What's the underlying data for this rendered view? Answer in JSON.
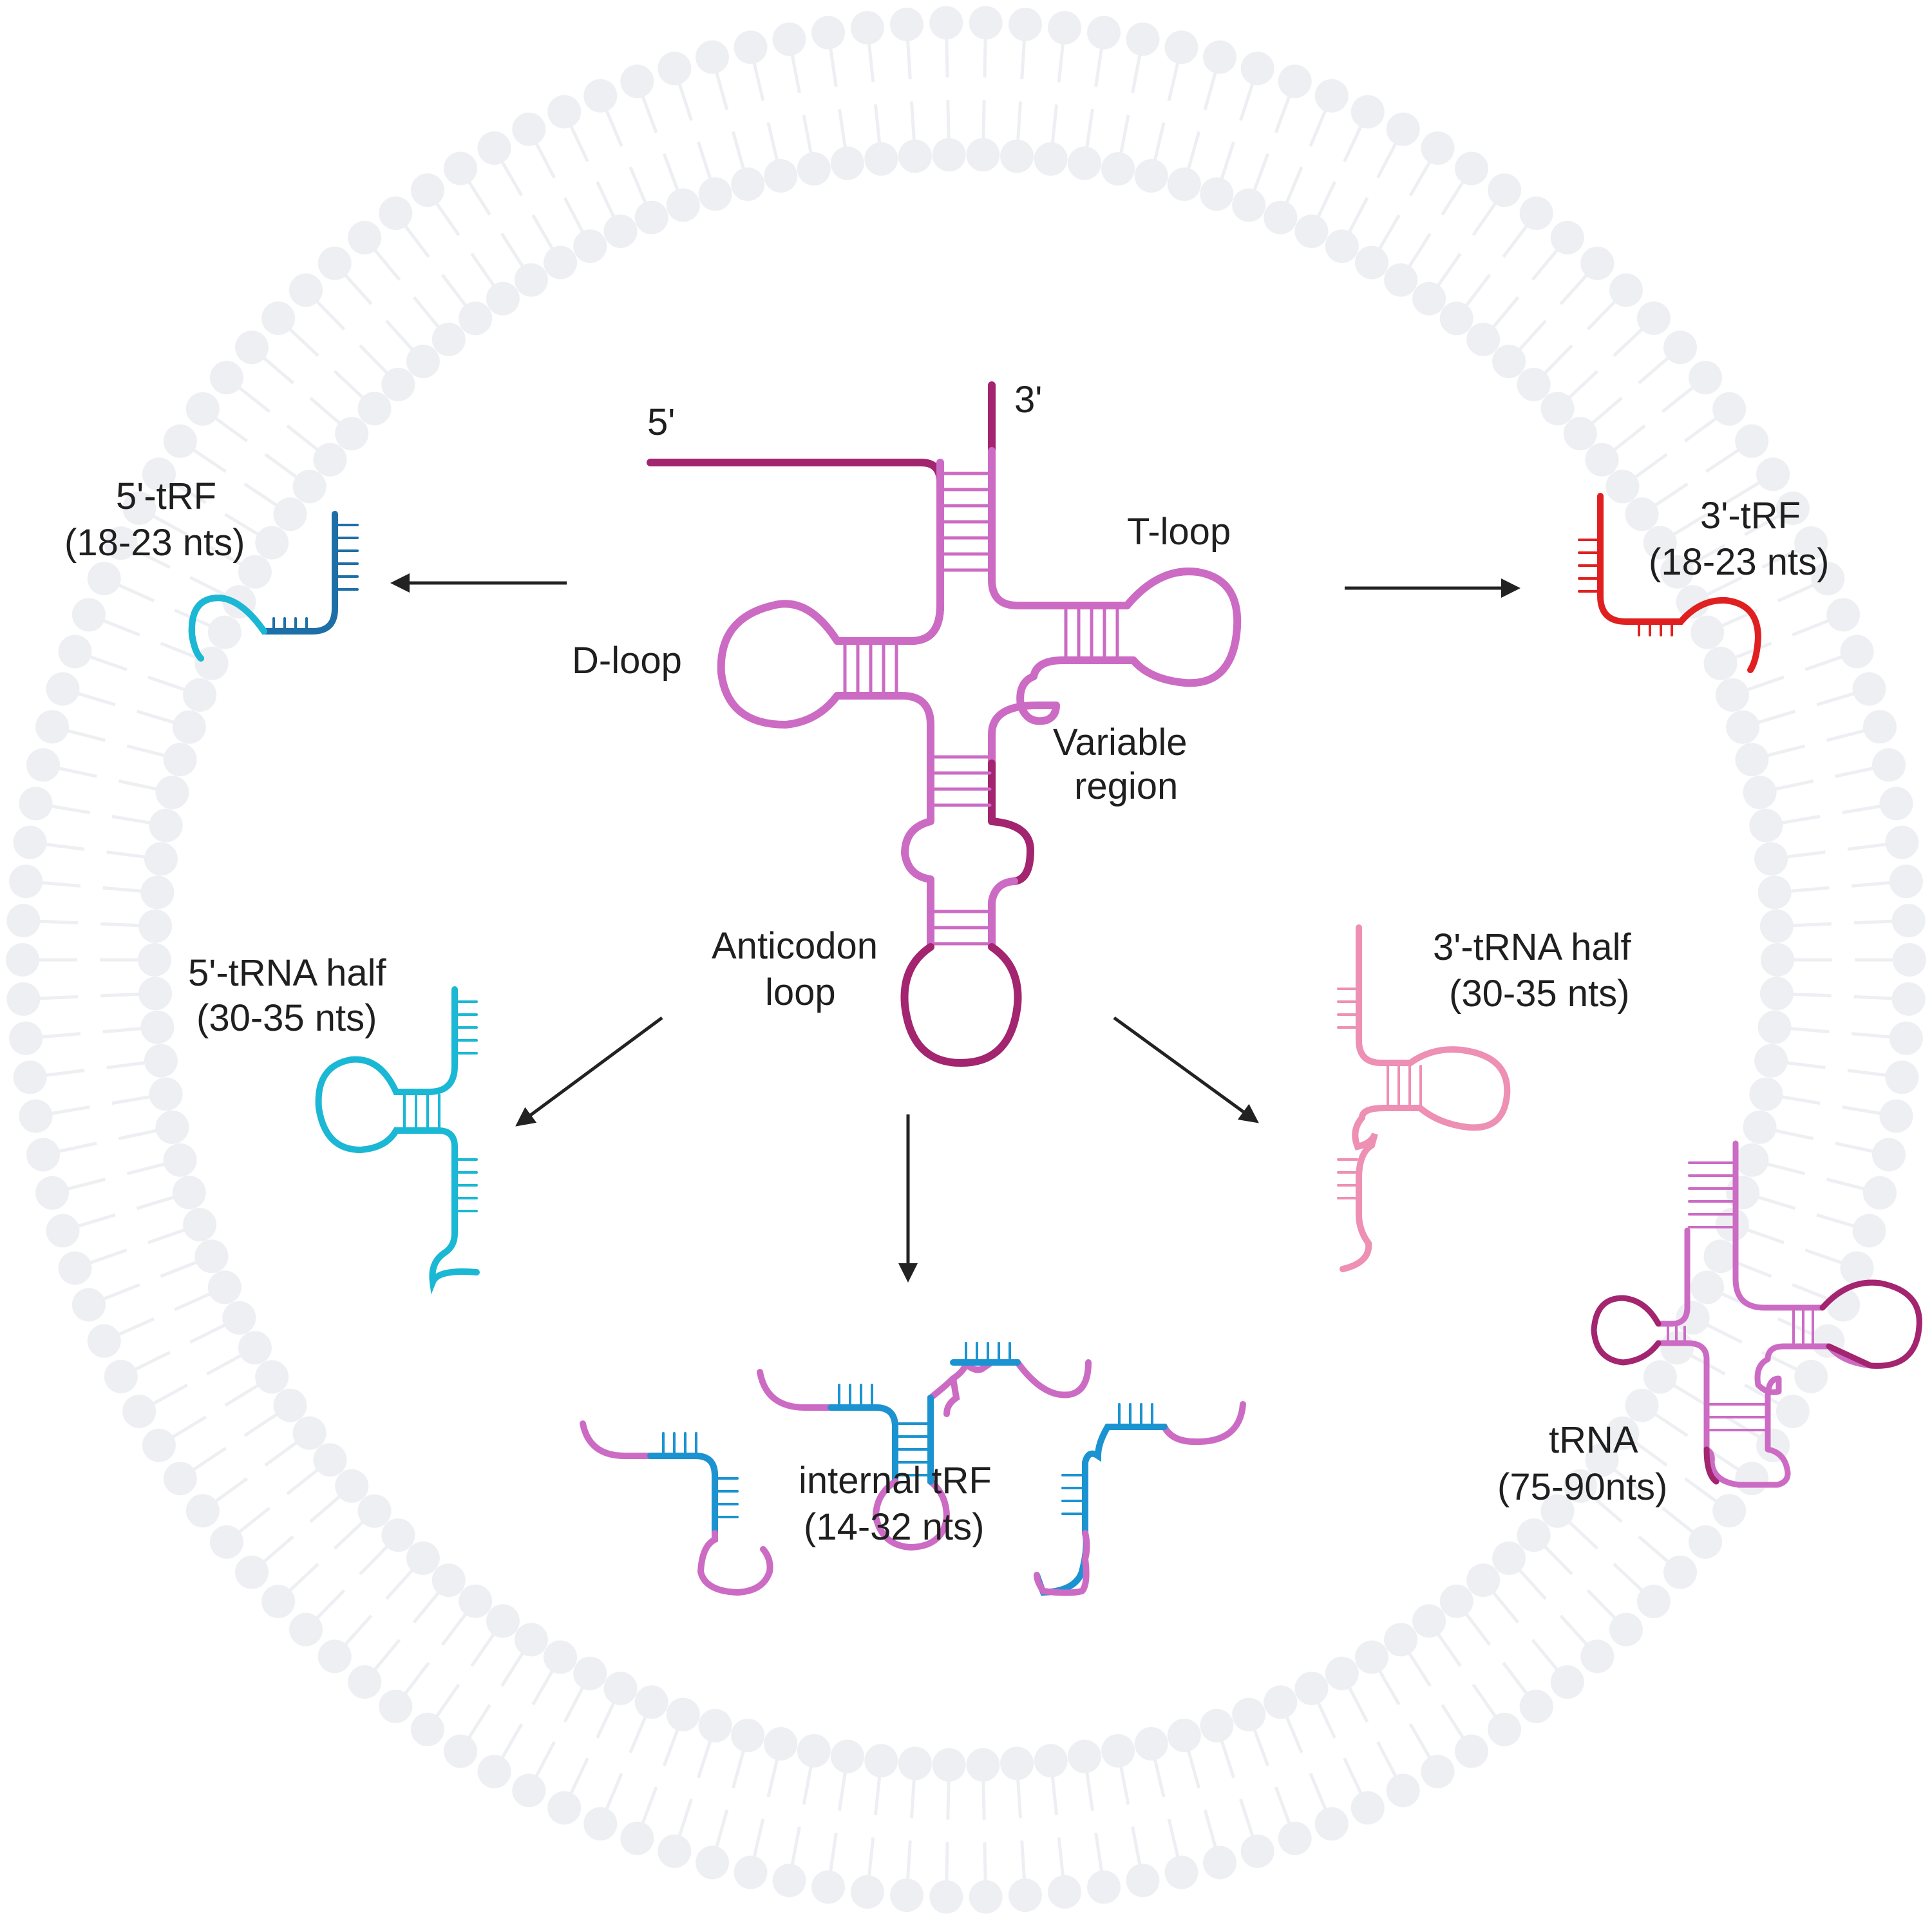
{
  "labels": {
    "five_prime": "5'",
    "three_prime": "3'",
    "t_loop": "T-loop",
    "d_loop": "D-loop",
    "variable_line1": "Variable",
    "variable_line2": "region",
    "anticodon_line1": "Anticodon",
    "anticodon_line2": "loop",
    "trf5_line1": "5'-tRF",
    "trf5_line2": "(18-23 nts)",
    "trf3_line1": "3'-tRF",
    "trf3_line2": "(18-23 nts)",
    "half5_line1": "5'-tRNA half",
    "half5_line2": "(30-35 nts)",
    "half3_line1": "3'-tRNA half",
    "half3_line2": "(30-35 nts)",
    "itrf_line1": "internal tRF",
    "itrf_line2": "(14-32 nts)",
    "trna_line1": "tRNA",
    "trna_line2": "(75-90nts)"
  },
  "colors": {
    "trna_pink": "#cc6bc4",
    "trna_dark": "#a3246f",
    "trf5_blue": "#1e6fa8",
    "half5_cyan": "#1ab8d4",
    "trf3_red": "#e02020",
    "half3_pink": "#ee8fb4",
    "itrf_blue": "#1b93d1",
    "membrane": "#eeeff3",
    "arrow": "#222222"
  },
  "icons": [
    "membrane-vesicle-icon",
    "trna-cloverleaf-icon",
    "trna-fragment-icon",
    "arrow-icon"
  ]
}
